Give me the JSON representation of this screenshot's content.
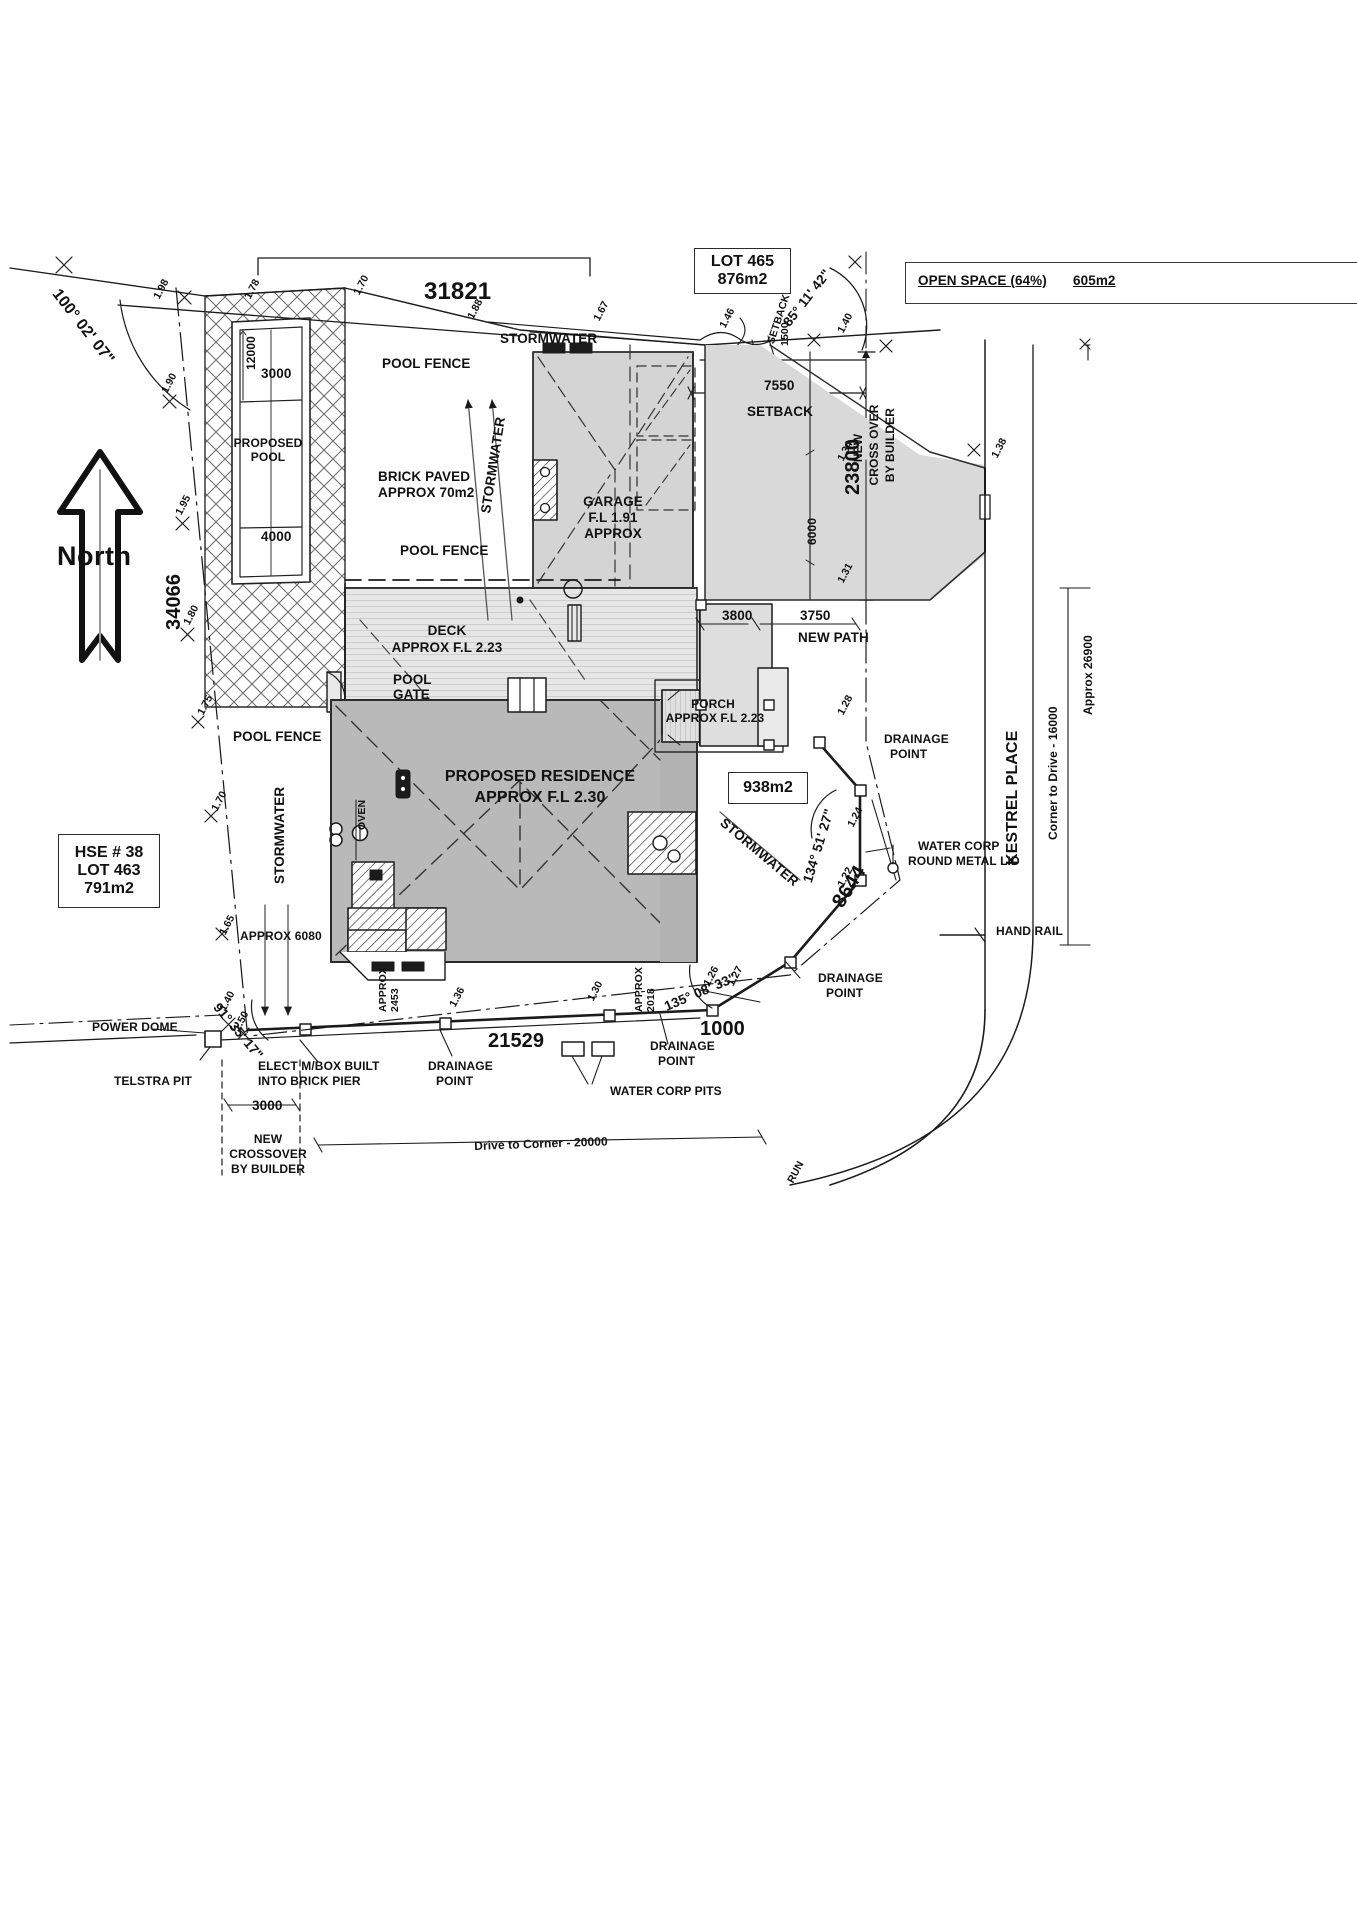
{
  "drawing": {
    "type": "architectural-site-plan",
    "north_label": "North"
  },
  "title_boxes": {
    "lot465": {
      "line1": "LOT 465",
      "line2": "876m2"
    },
    "hse": {
      "line1": "HSE # 38",
      "line2": "LOT 463",
      "line3": "791m2"
    },
    "area938": {
      "line1": "938m2"
    },
    "open_space": {
      "label": "OPEN SPACE (64%)",
      "value": "605m2"
    }
  },
  "boundary_dimensions": {
    "north": "31821",
    "west": "34066",
    "east_upper": "23800",
    "south": "21529",
    "se_diagonal": "8644",
    "se_short": "1000"
  },
  "bearings": {
    "nw": "100° 02' 07\"",
    "ne": "85° 11' 42\"",
    "e": "134° 51' 27\"",
    "se": "135° 08' 33\"",
    "sw": "91° 35' 17\""
  },
  "buildings": {
    "garage": {
      "line1": "GARAGE",
      "line2": "F.L 1.91",
      "line3": "APPROX"
    },
    "residence": {
      "line1": "PROPOSED RESIDENCE",
      "line2": "APPROX F.L 2.30"
    },
    "deck": {
      "line1": "DECK",
      "line2": "APPROX F.L 2.23"
    },
    "porch": {
      "line1": "PORCH",
      "line2": "APPROX F.L 2.23"
    },
    "pool": {
      "line1": "PROPOSED",
      "line2": "POOL"
    }
  },
  "dimensions_internal": {
    "pool_length": "12000",
    "pool_width_top": "3000",
    "pool_width_bottom": "4000",
    "setback_side": "1500",
    "setback_front": "7550",
    "setback_label": "SETBACK",
    "garage_to_path": "3800",
    "path_width": "3750",
    "crossover_width": "6000",
    "crossover_width_bottom": "3000",
    "approx_6080": "APPROX 6080",
    "approx_2453": "APPROX\n2453",
    "approx_2018": "APPROX\n2018",
    "corner_to_drive_right": "Approx 26900",
    "corner_to_drive": "Corner to Drive - 16000",
    "drive_to_corner": "Drive to Corner - 20000"
  },
  "annotations": {
    "pool_fence": "POOL FENCE",
    "pool_gate_l1": "POOL",
    "pool_gate_l2": "GATE",
    "brick_paved_l1": "BRICK PAVED",
    "brick_paved_l2": "APPROX 70m2",
    "stormwater": "STORMWATER",
    "new_path": "NEW PATH",
    "new_crossover_builder_l1": "NEW",
    "new_crossover_builder_l2": "CROSS OVER",
    "new_crossover_builder_l3": "BY BUILDER",
    "new_crossover_bottom_l1": "NEW",
    "new_crossover_bottom_l2": "CROSSOVER",
    "new_crossover_bottom_l3": "BY BUILDER",
    "drainage_point_l1": "DRAINAGE",
    "drainage_point_l2": "POINT",
    "water_corp_lid_l1": "WATER CORP",
    "water_corp_lid_l2": "ROUND METAL LID",
    "water_corp_pits": "WATER CORP PITS",
    "hand_rail": "HAND RAIL",
    "power_dome": "POWER DOME",
    "telstra_pit": "TELSTRA PIT",
    "elect_box_l1": "ELECT M/BOX BUILT",
    "elect_box_l2": "INTO BRICK PIER",
    "street_name": "KESTREL PLACE",
    "oven": "OVEN",
    "run": "RUN"
  },
  "spot_levels": [
    "1.98",
    "1.90",
    "1.95",
    "1.80",
    "1.75",
    "1.70",
    "1.65",
    "1.78",
    "1.70",
    "1.88",
    "1.67",
    "1.46",
    "1.40",
    "1.34",
    "1.38",
    "1.31",
    "1.28",
    "1.24",
    "1.22",
    "1.26",
    "1.27",
    "1.30",
    "1.36",
    "1.40",
    "1.50"
  ],
  "colors": {
    "line": "#1b1b1b",
    "roof_fill": "#b8b8b8",
    "garage_fill": "#d2d2d2",
    "deck_fill": "#e2e2e2",
    "crossover_fill": "#d8d8d8",
    "hatch": "#6a6a6a",
    "paper": "#ffffff"
  }
}
